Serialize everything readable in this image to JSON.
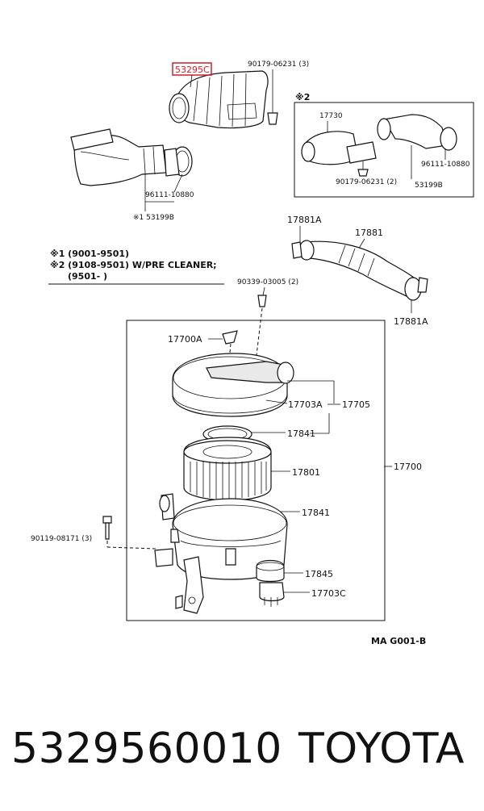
{
  "diagram": {
    "highlight_color": "#d11f2a",
    "labels": {
      "p53295c": "53295C",
      "p90179_top": "90179-06231 (3)",
      "mark2_head": "※2",
      "p17730": "17730",
      "p96111_right": "96111-10880",
      "p90179_right": "90179-06231 (2)",
      "p53199b_right": "53199B",
      "p96111_left": "96111-10880",
      "mark1_53199b": "※1 53199B",
      "legend1": "※1 (9001-9501)",
      "legend2": "※2 (9108-9501) W/PRE CLEANER;",
      "legend3": "(9501-        )",
      "p17881a_top": "17881A",
      "p17881": "17881",
      "p17881a_bot": "17881A",
      "p90339": "90339-03005 (2)",
      "p17700a": "17700A",
      "p17703a": "17703A",
      "p17705": "17705",
      "p17841_top": "17841",
      "p17801": "17801",
      "p17700": "17700",
      "p17841_bot": "17841",
      "p90119": "90119-08171 (3)",
      "p17845": "17845",
      "p17703c": "17703C",
      "code": "MA  G001-B"
    }
  },
  "footer": {
    "part_number": "5329560010",
    "brand": "TOYOTA"
  }
}
